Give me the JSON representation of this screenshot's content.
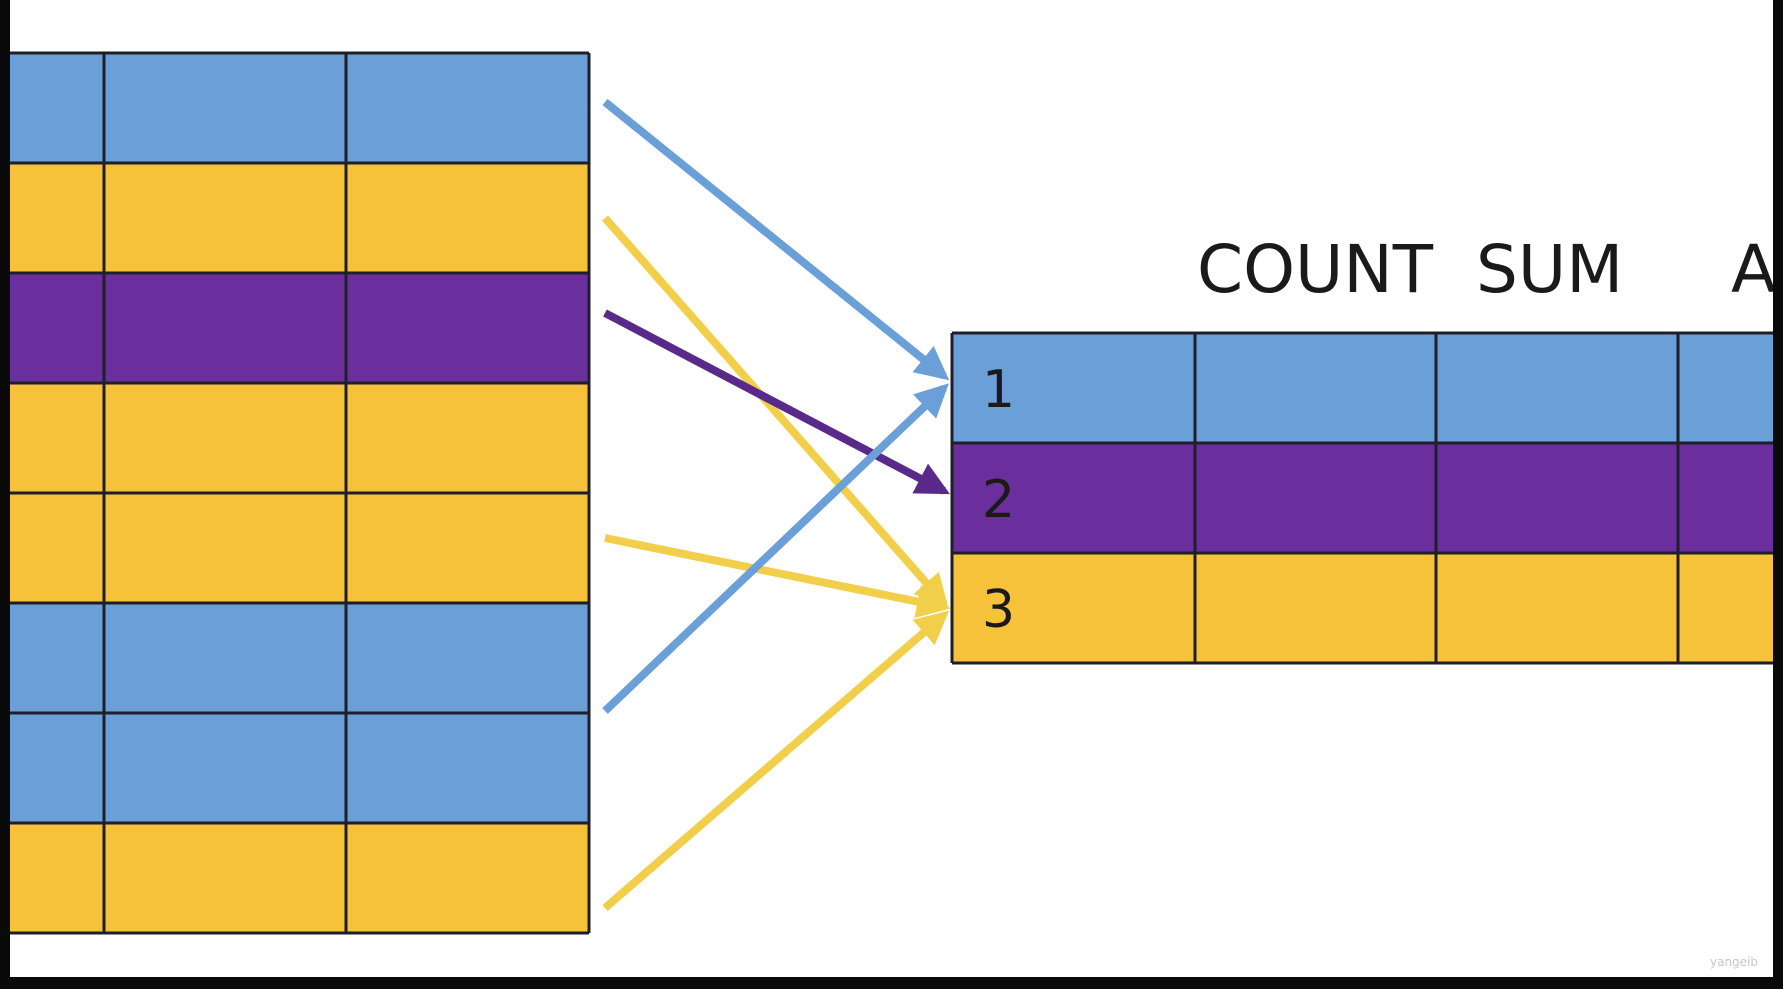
{
  "colors": {
    "blue": "#6a9fd8",
    "yellow": "#f5c23a",
    "purple": "#6a2f9c",
    "grid_line": "#1f1f2a",
    "arrow_blue": "#6a9fd8",
    "arrow_yellow": "#f2cf4a",
    "arrow_purple": "#5a2a8a"
  },
  "source_table": {
    "rows": [
      "blue",
      "yellow",
      "purple",
      "yellow",
      "yellow",
      "blue",
      "blue",
      "yellow"
    ],
    "columns": 3
  },
  "result_table": {
    "headers": [
      "COUNT",
      "SUM",
      "A"
    ],
    "rows": [
      {
        "label": "1",
        "color": "blue"
      },
      {
        "label": "2",
        "color": "purple"
      },
      {
        "label": "3",
        "color": "yellow"
      }
    ],
    "columns": 4
  },
  "arrows": [
    {
      "from_row": 0,
      "to_row": 0,
      "color": "arrow_blue"
    },
    {
      "from_row": 1,
      "to_row": 2,
      "color": "arrow_yellow"
    },
    {
      "from_row": 2,
      "to_row": 1,
      "color": "arrow_purple"
    },
    {
      "from_row": 4,
      "to_row": 2,
      "color": "arrow_yellow"
    },
    {
      "from_row": 5,
      "to_row": 0,
      "color": "arrow_blue"
    },
    {
      "from_row": 7,
      "to_row": 2,
      "color": "arrow_yellow"
    }
  ],
  "watermark": "yangeib"
}
